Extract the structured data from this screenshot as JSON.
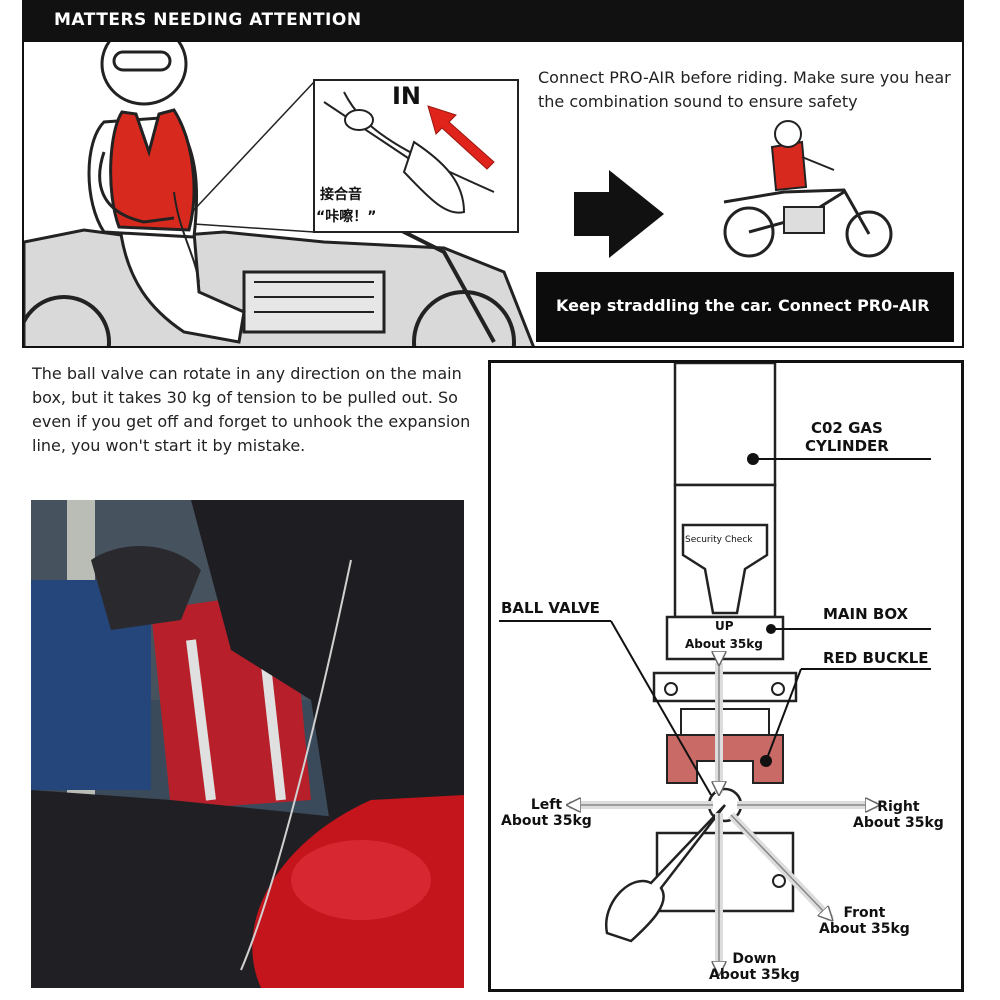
{
  "header": {
    "title": "MATTERS NEEDING ATTENTION"
  },
  "top_panel": {
    "instruction": "Connect PRO-AIR before riding. Make sure you hear the combination sound to ensure safety",
    "inset_in_label": "IN",
    "inset_cn_1": "接合音",
    "inset_cn_2": "“咔嚓！”",
    "black_box_text": "Keep straddling the car. Connect PR0-AIR"
  },
  "paragraph": "The ball valve can rotate in any direction on the main box, but it takes 30 kg of tension to be pulled out. So even if you get off and forget to unhook the expansion line, you won't start it by mistake.",
  "diagram": {
    "co2": "C02 GAS\nCYLINDER",
    "security_check": "Security Check",
    "ball_valve": "BALL VALVE",
    "main_box": "MAIN BOX",
    "red_buckle": "RED BUCKLE",
    "up": "UP",
    "up_force": "About 35kg",
    "left": "Left\nAbout 35kg",
    "right": "Right\nAbout 35kg",
    "front": "Front\nAbout 35kg",
    "down": "Down\nAbout 35kg"
  },
  "colors": {
    "vest_red": "#d8291e",
    "buckle_red": "#c96a66",
    "arrow_red": "#e0241b",
    "bar_black": "#111111"
  }
}
